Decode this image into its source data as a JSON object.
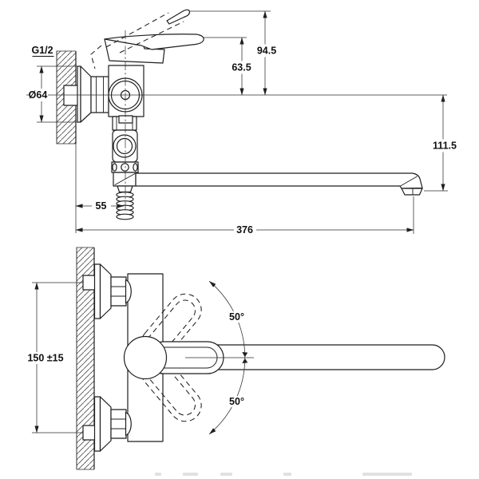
{
  "colors": {
    "line": "#1f1f1f",
    "background": "#ffffff",
    "hatch": "#4f4f4f"
  },
  "side_view": {
    "labels": {
      "thread": "G1/2",
      "flange_diameter": "Ø64",
      "handle_raised_height": "94.5",
      "handle_height": "63.5",
      "spout_drop": "111.5",
      "hose_offset": "55",
      "overall_length": "376"
    }
  },
  "plan_view": {
    "labels": {
      "mounting_centers": "150 ±15",
      "swing_angle_up": "50°",
      "swing_angle_down": "50°"
    }
  }
}
